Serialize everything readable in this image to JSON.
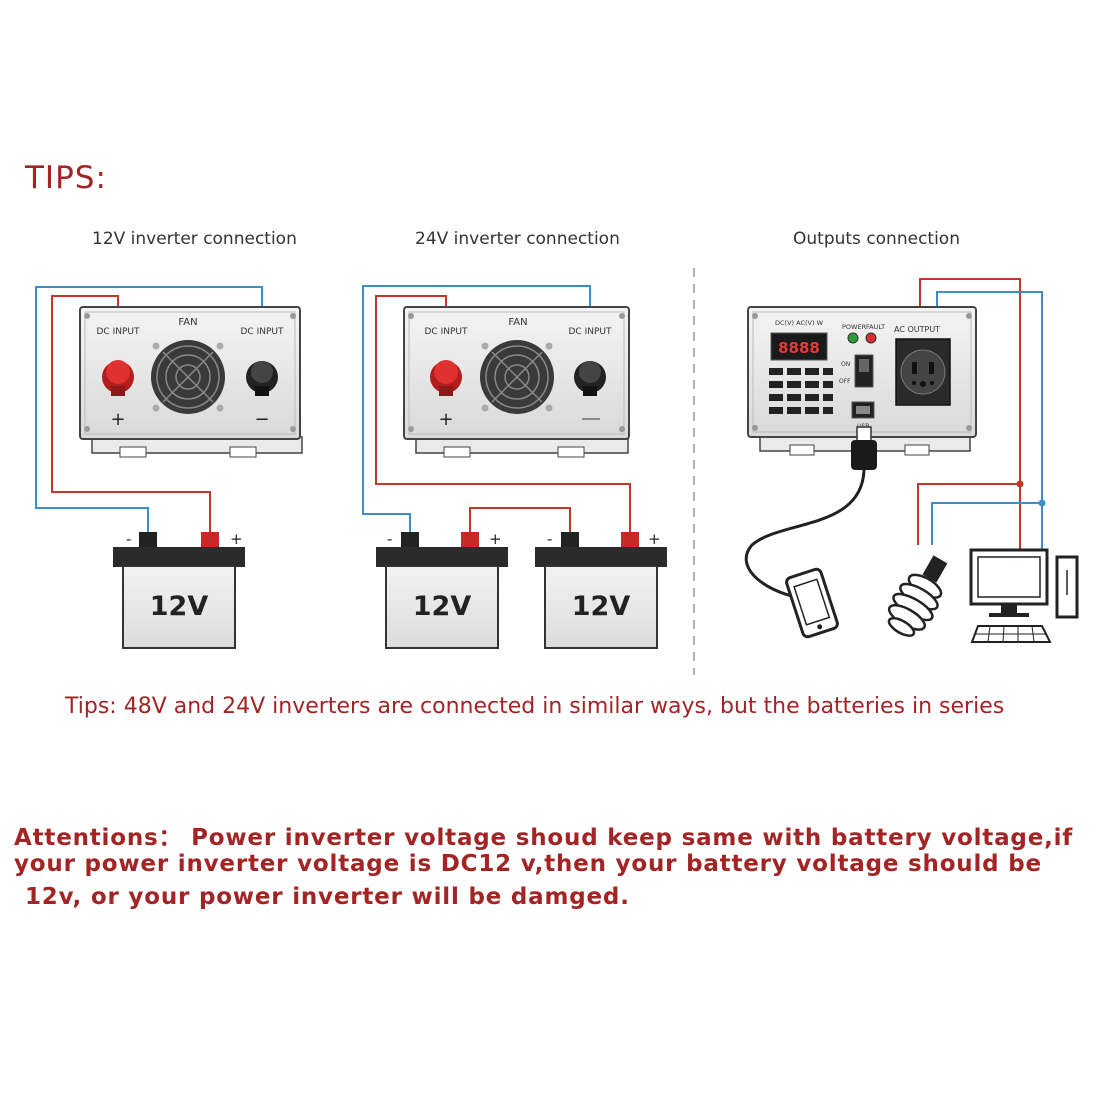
{
  "heading": "TIPS:",
  "diagrams": {
    "inverter_12v": {
      "caption": "12V inverter connection",
      "fan_label": "FAN",
      "dc_input_left": "DC INPUT",
      "dc_input_right": "DC INPUT",
      "plus": "+",
      "minus": "−",
      "battery": {
        "label": "12V",
        "minus": "-",
        "plus": "+"
      }
    },
    "inverter_24v": {
      "caption": "24V inverter connection",
      "fan_label": "FAN",
      "dc_input_left": "DC INPUT",
      "dc_input_right": "DC INPUT",
      "plus": "+",
      "battery_a": {
        "label": "12V",
        "minus": "-",
        "plus": "+"
      },
      "battery_b": {
        "label": "12V",
        "minus": "-",
        "plus": "+"
      }
    },
    "outputs": {
      "caption": "Outputs connection",
      "panel_top_label": "DC(V) AC(V) W",
      "power_label": "POWER",
      "fault_label": "FAULT",
      "ac_output_label": "AC OUTPUT",
      "display_value": "8888",
      "on_label": "ON",
      "off_label": "OFF",
      "usb_label": "USB"
    }
  },
  "tips_note": "Tips: 48V and 24V inverters are connected in similar ways, but the batteries in series",
  "attention": {
    "line1": "Attentions： Power inverter voltage shoud keep same with battery voltage,if",
    "line2": "your power inverter voltage is DC12 v,then your battery voltage should be",
    "line3": "12v, or your power inverter will be damged."
  },
  "colors": {
    "accent_red": "#a32424",
    "wire_red": "#c0392b",
    "wire_blue": "#3b8fc8"
  }
}
